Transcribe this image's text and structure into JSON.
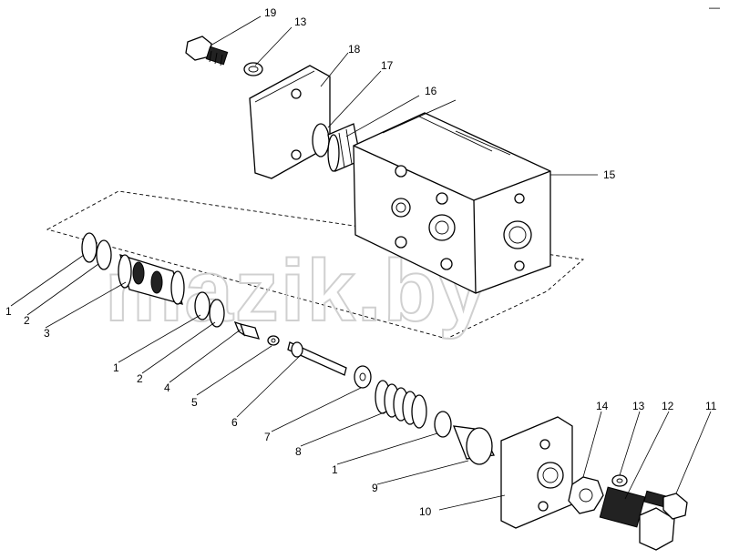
{
  "watermark": "mazik.by",
  "corner_mark": "—",
  "callouts": [
    {
      "id": "c19",
      "text": "19"
    },
    {
      "id": "c13a",
      "text": "13"
    },
    {
      "id": "c18",
      "text": "18"
    },
    {
      "id": "c17",
      "text": "17"
    },
    {
      "id": "c16",
      "text": "16"
    },
    {
      "id": "c15",
      "text": "15"
    },
    {
      "id": "c1a",
      "text": "1"
    },
    {
      "id": "c2a",
      "text": "2"
    },
    {
      "id": "c3",
      "text": "3"
    },
    {
      "id": "c1b",
      "text": "1"
    },
    {
      "id": "c2b",
      "text": "2"
    },
    {
      "id": "c4",
      "text": "4"
    },
    {
      "id": "c5",
      "text": "5"
    },
    {
      "id": "c6",
      "text": "6"
    },
    {
      "id": "c7",
      "text": "7"
    },
    {
      "id": "c8",
      "text": "8"
    },
    {
      "id": "c1c",
      "text": "1"
    },
    {
      "id": "c9",
      "text": "9"
    },
    {
      "id": "c10",
      "text": "10"
    },
    {
      "id": "c14",
      "text": "14"
    },
    {
      "id": "c13b",
      "text": "13"
    },
    {
      "id": "c12",
      "text": "12"
    },
    {
      "id": "c11",
      "text": "11"
    }
  ]
}
